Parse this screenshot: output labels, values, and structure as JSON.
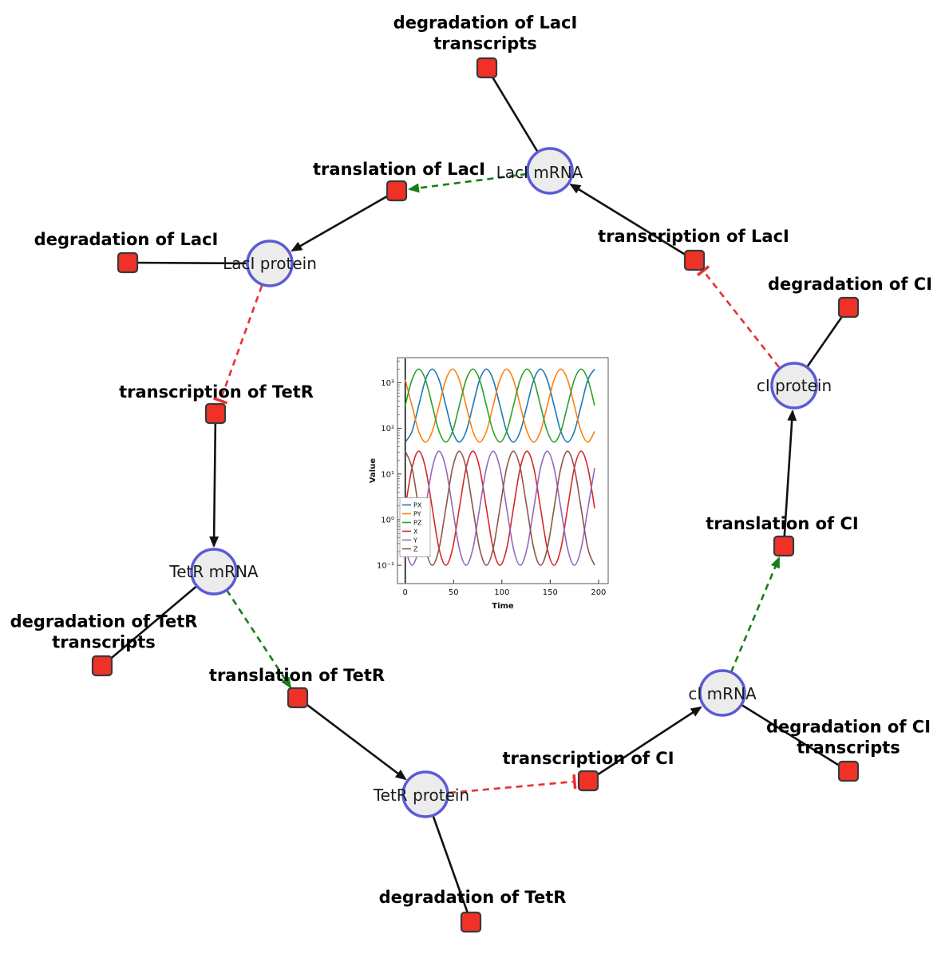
{
  "figure": {
    "background": "#ffffff"
  },
  "diagram": {
    "species": [
      {
        "id": "laci-mrna",
        "label": "LacI mRNA"
      },
      {
        "id": "laci-protein",
        "label": "LacI protein"
      },
      {
        "id": "tetr-mrna",
        "label": "TetR mRNA"
      },
      {
        "id": "tetr-protein",
        "label": "TetR protein"
      },
      {
        "id": "ci-mrna",
        "label": "cI mRNA"
      },
      {
        "id": "ci-protein",
        "label": "cI protein"
      }
    ],
    "reactions": [
      {
        "id": "degradation-of-laci-transcripts",
        "label": "degradation of LacI transcripts"
      },
      {
        "id": "translation-of-laci",
        "label": "translation of LacI"
      },
      {
        "id": "transcription-of-laci",
        "label": "transcription of LacI"
      },
      {
        "id": "degradation-of-laci",
        "label": "degradation of LacI"
      },
      {
        "id": "degradation-of-ci",
        "label": "degradation of CI"
      },
      {
        "id": "transcription-of-tetr",
        "label": "transcription of TetR"
      },
      {
        "id": "translation-of-ci",
        "label": "translation of CI"
      },
      {
        "id": "degradation-of-tetr-transcripts",
        "label": "degradation of TetR transcripts"
      },
      {
        "id": "translation-of-tetr",
        "label": "translation of TetR"
      },
      {
        "id": "degradation-of-ci-transcripts",
        "label": "degradation of CI transcripts"
      },
      {
        "id": "transcription-of-ci",
        "label": "transcription of CI"
      },
      {
        "id": "degradation-of-tetr",
        "label": "degradation of TetR"
      }
    ],
    "colors": {
      "species_fill": "#ececec",
      "species_stroke": "#5b5bd6",
      "reaction_fill": "#f03127",
      "reaction_stroke": "#3a3a3a",
      "edge": "#111111",
      "activation": "#157f15",
      "inhibition": "#e63232"
    }
  },
  "chart_data": {
    "type": "line",
    "title": "",
    "xlabel": "Time",
    "ylabel": "Value",
    "yscale": "log",
    "grid": false,
    "legend_position": "center-left",
    "x_range": [
      -8,
      210
    ],
    "y_log_range": [
      -1.4,
      3.55
    ],
    "x_ticks": [
      0,
      50,
      100,
      150,
      200
    ],
    "y_ticks": [
      {
        "value": 0.1,
        "label": "10⁻¹"
      },
      {
        "value": 1,
        "label": "10⁰"
      },
      {
        "value": 10,
        "label": "10¹"
      },
      {
        "value": 100,
        "label": "10²"
      },
      {
        "value": 1000,
        "label": "10³"
      }
    ],
    "x": [
      0,
      7,
      14,
      21,
      28,
      35,
      42,
      49,
      56,
      63,
      70,
      77,
      84,
      91,
      98,
      105,
      112,
      119,
      126,
      133,
      140,
      147,
      154,
      161,
      168,
      175,
      182,
      189,
      196
    ],
    "series": [
      {
        "name": "PX",
        "color": "#1f77b4",
        "values": [
          50,
          86,
          316,
          1164,
          1995,
          1164,
          316,
          86,
          50,
          86,
          316,
          1164,
          1995,
          1164,
          316,
          86,
          50,
          86,
          316,
          1164,
          1995,
          1164,
          316,
          86,
          50,
          86,
          316,
          1164,
          1995
        ]
      },
      {
        "name": "PY",
        "color": "#ff7f0e",
        "values": [
          1164,
          316,
          86,
          50,
          86,
          316,
          1164,
          1995,
          1164,
          316,
          86,
          50,
          86,
          316,
          1164,
          1995,
          1164,
          316,
          86,
          50,
          86,
          316,
          1164,
          1995,
          1164,
          316,
          86,
          50,
          86
        ]
      },
      {
        "name": "PZ",
        "color": "#2ca02c",
        "values": [
          316,
          1164,
          1995,
          1164,
          316,
          86,
          50,
          86,
          316,
          1164,
          1995,
          1164,
          316,
          86,
          50,
          86,
          316,
          1164,
          1995,
          1164,
          316,
          86,
          50,
          86,
          316,
          1164,
          1995,
          1164,
          316
        ]
      },
      {
        "name": "X",
        "color": "#d62728",
        "values": [
          1.78,
          13.6,
          31.6,
          13.6,
          1.78,
          0.232,
          0.1,
          0.232,
          1.78,
          13.6,
          31.6,
          13.6,
          1.78,
          0.232,
          0.1,
          0.232,
          1.78,
          13.6,
          31.6,
          13.6,
          1.78,
          0.232,
          0.1,
          0.232,
          1.78,
          13.6,
          31.6,
          13.6,
          1.78
        ]
      },
      {
        "name": "Y",
        "color": "#9467bd",
        "values": [
          0.232,
          0.1,
          0.232,
          1.78,
          13.6,
          31.6,
          13.6,
          1.78,
          0.232,
          0.1,
          0.232,
          1.78,
          13.6,
          31.6,
          13.6,
          1.78,
          0.232,
          0.1,
          0.232,
          1.78,
          13.6,
          31.6,
          13.6,
          1.78,
          0.232,
          0.1,
          0.232,
          1.78,
          13.6
        ]
      },
      {
        "name": "Z",
        "color": "#8c564b",
        "values": [
          31.6,
          13.6,
          1.78,
          0.232,
          0.1,
          0.232,
          1.78,
          13.6,
          31.6,
          13.6,
          1.78,
          0.232,
          0.1,
          0.232,
          1.78,
          13.6,
          31.6,
          13.6,
          1.78,
          0.232,
          0.1,
          0.232,
          1.78,
          13.6,
          31.6,
          13.6,
          1.78,
          0.232,
          0.1
        ]
      }
    ]
  }
}
